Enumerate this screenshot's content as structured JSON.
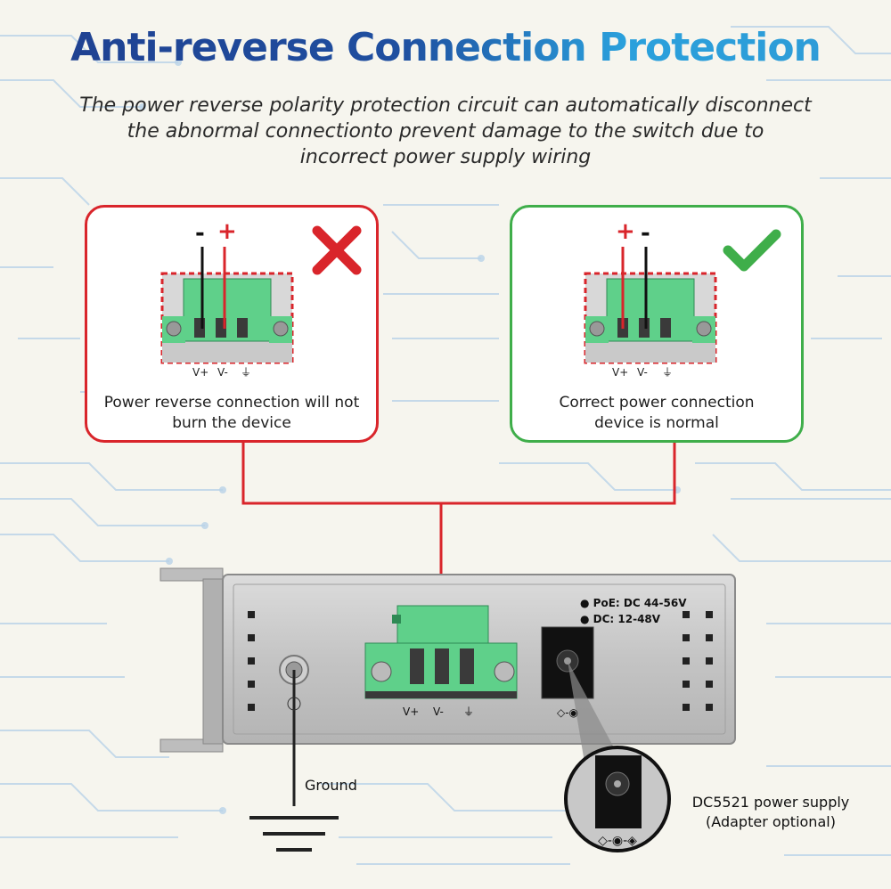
{
  "title": "Anti-reverse Connection Protection",
  "subtitle": [
    "The power reverse polarity protection circuit can automatically disconnect",
    "the abnormal connectionto prevent damage to the switch due to",
    "incorrect power supply wiring"
  ],
  "wrong_card": {
    "caption": [
      "Power reverse connection will not",
      "burn the device"
    ],
    "polarity_left": "-",
    "polarity_right": "+",
    "terminals": [
      "V+",
      "V-",
      "⏚"
    ],
    "status_icon": "cross-icon"
  },
  "right_card": {
    "caption": [
      "Correct power connection",
      "device is normal"
    ],
    "polarity_left": "+",
    "polarity_right": "-",
    "terminals": [
      "V+",
      "V-",
      "⏚"
    ],
    "status_icon": "check-icon"
  },
  "device": {
    "poe_spec": "PoE: DC 44-56V",
    "dc_spec": "DC: 12-48V",
    "terminals": [
      "V+",
      "V-",
      "⏚"
    ]
  },
  "ground_label": "Ground",
  "dc_label": [
    "DC5521 power supply",
    "(Adapter optional)"
  ],
  "colors": {
    "bad": "#d9252b",
    "good": "#3fae4a",
    "terminal_green": "#5fd08a",
    "title_dark": "#1f3f8f",
    "title_light": "#2aa0dc"
  }
}
